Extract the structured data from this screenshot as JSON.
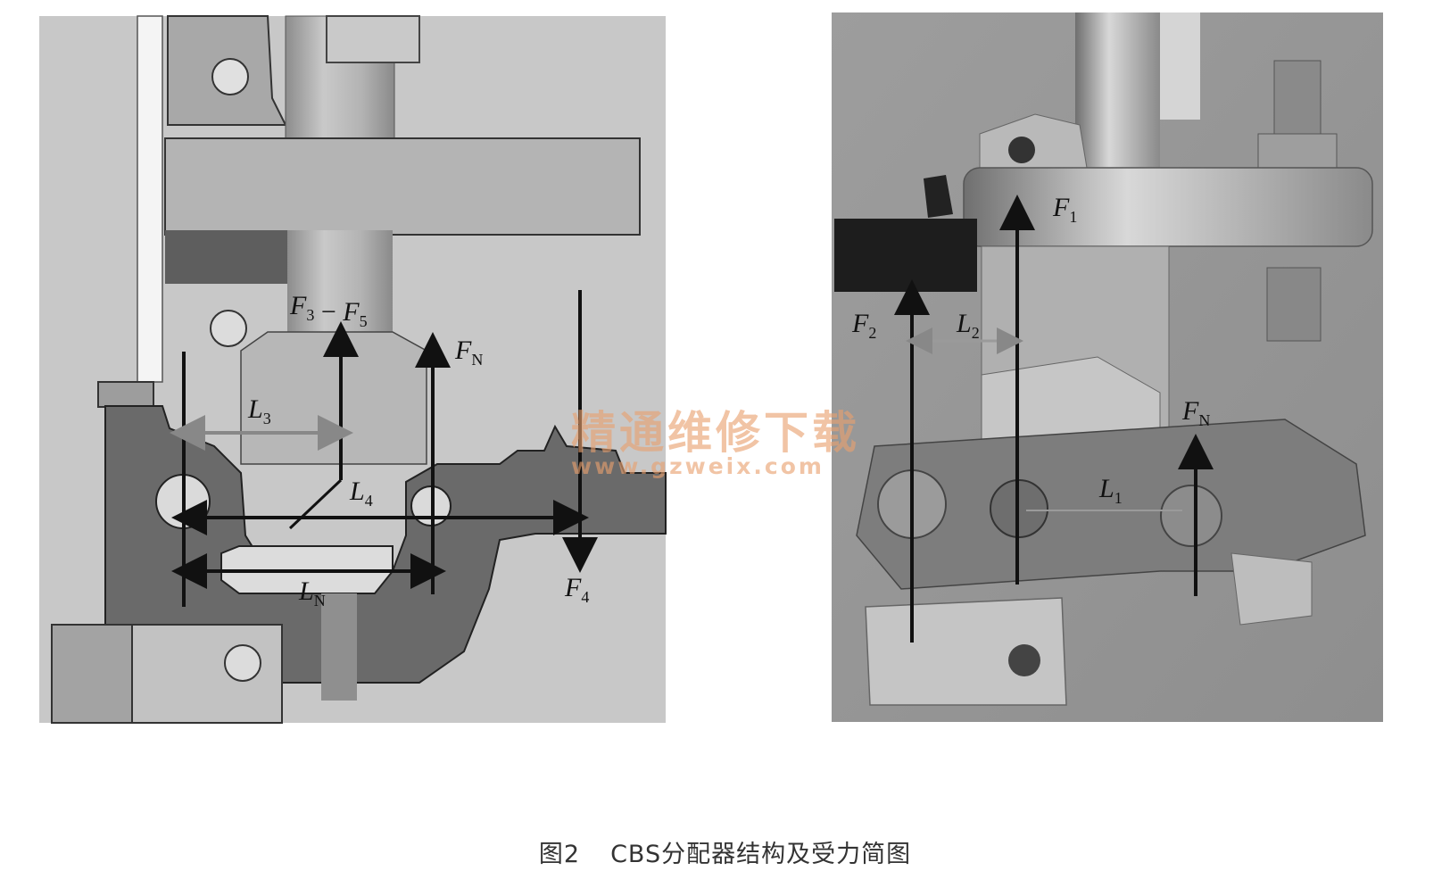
{
  "left_panel": {
    "labels": {
      "f3_f5": "F3 − F5",
      "fn": "FN",
      "l3": "L3",
      "l4": "L4",
      "ln": "LN",
      "f4": "F4"
    }
  },
  "right_panel": {
    "labels": {
      "f1": "F1",
      "f2": "F2",
      "l2": "L2",
      "fn": "FN",
      "l1": "L1"
    }
  },
  "watermark": {
    "chinese": "精通维修下载",
    "url": "www.gzweix.com"
  },
  "caption": {
    "number": "图2",
    "text": "CBS分配器结构及受力简图"
  }
}
